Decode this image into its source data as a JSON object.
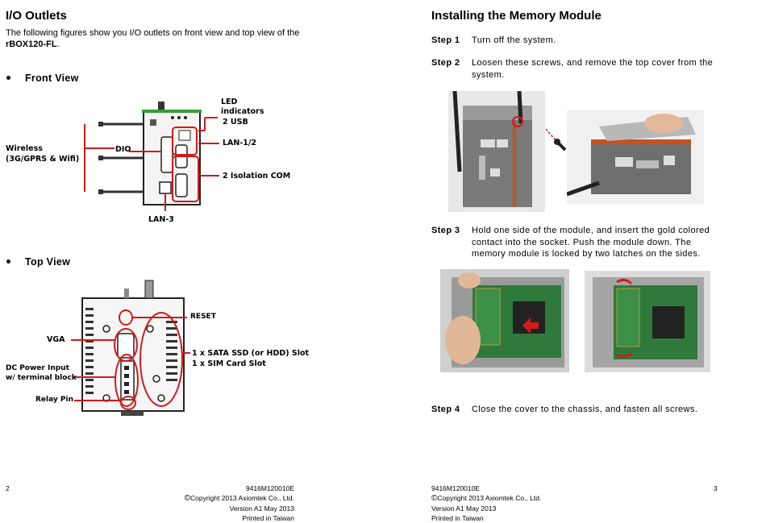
{
  "left": {
    "title": "I/O Outlets",
    "intro_line1": "The following figures show you I/O outlets on front view and top view of the",
    "intro_product": "rBOX120-FL",
    "intro_end": ".",
    "front_heading": "Front View",
    "top_heading": "Top View",
    "front_labels": {
      "led": "LED",
      "indicators": "indicators",
      "usb": "2 USB",
      "lan12": "LAN-1/2",
      "wireless1": "Wireless",
      "wireless2": "(3G/GPRS  & Wifi)",
      "dio": "DIO",
      "com": "2 Isolation COM",
      "lan3": "LAN-3"
    },
    "top_labels": {
      "reset": "RESET",
      "vga": "VGA",
      "sata": "1 x SATA SSD (or HDD) Slot",
      "sim": "1 x SIM Card Slot",
      "dc1": "DC Power Input",
      "dc2": "w/ terminal block",
      "relay": "Relay Pin"
    },
    "page_number": "2",
    "doc_code": "9416M120010E",
    "copyright": "Copyright 2013 Axiomtek Co., Ltd.",
    "version": "Version A1 May 2013",
    "printed": "Printed in Taiwan"
  },
  "right": {
    "title": "Installing the Memory Module",
    "steps": [
      {
        "label": "Step 1",
        "line1": "Turn off the system.",
        "line2": "",
        "line3": ""
      },
      {
        "label": "Step 2",
        "line1": "Loosen these screws, and remove the top cover from the",
        "line2": "system.",
        "line3": ""
      },
      {
        "label": "Step 3",
        "line1": "Hold one side of the module, and insert the gold colored",
        "line2": "contact into the socket. Push the module down. The",
        "line3": "memory module is locked by two latches on the sides."
      },
      {
        "label": "Step 4",
        "line1": "Close the cover to the chassis, and fasten all screws.",
        "line2": "",
        "line3": ""
      }
    ],
    "page_number": "3",
    "doc_code": "9416M120010E",
    "copyright": "Copyright 2013 Axiomtek Co., Ltd.",
    "version": "Version A1 May 2013",
    "printed": "Printed in Taiwan"
  },
  "colors": {
    "callout_red": "#d11a1a",
    "device_gray": "#444444",
    "pcb_green": "#2f7a3a"
  }
}
